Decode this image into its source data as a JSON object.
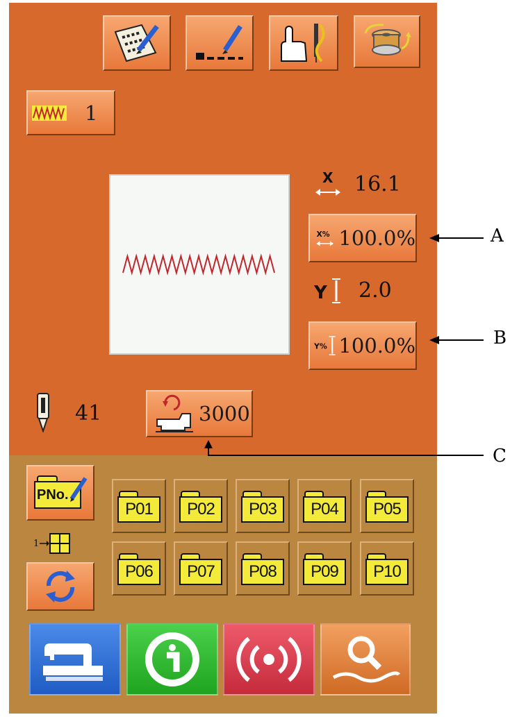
{
  "toolbar": {
    "items": [
      {
        "icon": "pattern-edit-icon"
      },
      {
        "icon": "stitch-edit-icon"
      },
      {
        "icon": "manual-needle-icon"
      },
      {
        "icon": "bobbin-winder-icon"
      }
    ]
  },
  "pattern": {
    "label": "1",
    "icon": "zigzag-stitch-icon"
  },
  "preview": {
    "stitch_color": "#c0272d"
  },
  "params": {
    "x_value": "16.1",
    "x_scale": "100.0%",
    "y_value": "2.0",
    "y_scale": "100.0%"
  },
  "needle": {
    "count": "41"
  },
  "counter": {
    "value": "3000"
  },
  "annotations": {
    "a": "A",
    "b": "B",
    "c": "C"
  },
  "pattern_registry": {
    "pno_label": "PNo.",
    "page_indicator": "1",
    "folders": [
      "P01",
      "P02",
      "P03",
      "P04",
      "P05",
      "P06",
      "P07",
      "P08",
      "P09",
      "P10"
    ]
  },
  "bottom_buttons": [
    {
      "icon": "sewing-machine-icon",
      "color": "#2f6fd6"
    },
    {
      "icon": "info-icon",
      "color": "#2db52d"
    },
    {
      "icon": "wireless-icon",
      "color": "#d63a4a"
    },
    {
      "icon": "search-icon",
      "color": "#d4782e"
    }
  ],
  "colors": {
    "top_panel": "#d8692d",
    "bottom_panel": "#bb8640",
    "button": "#e8783a",
    "folder": "#f3ea3a"
  }
}
